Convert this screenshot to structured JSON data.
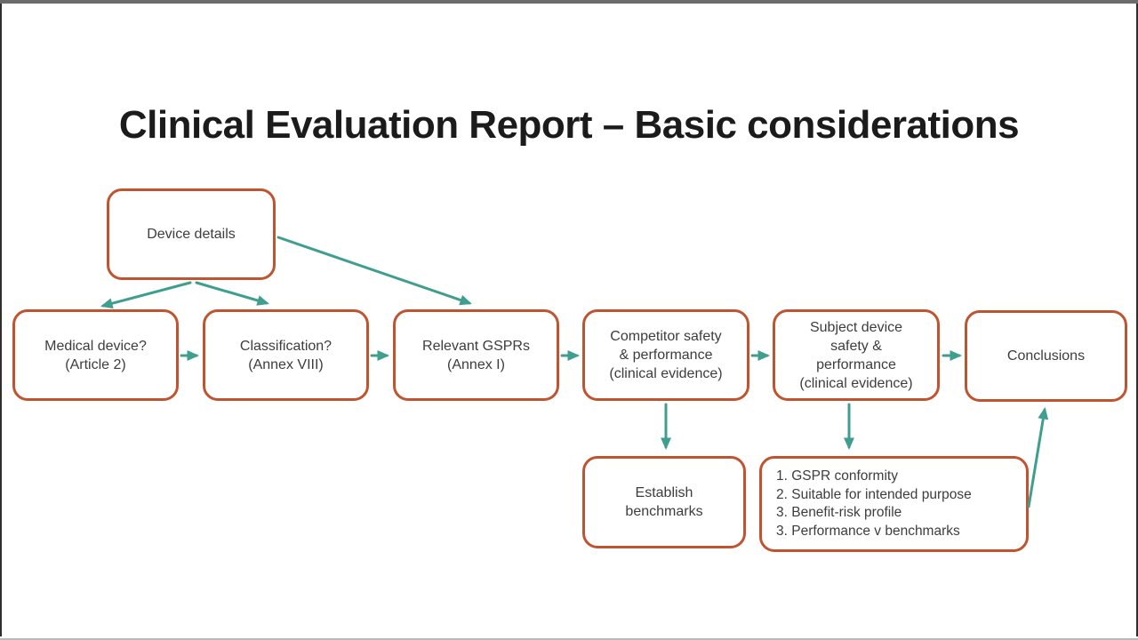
{
  "slide": {
    "title": "Clinical Evaluation Report – Basic considerations"
  },
  "colors": {
    "background": "#ffffff",
    "box_border": "#bf5431",
    "box_text": "#3d3d3d",
    "arrow": "#3f9e8e",
    "title_text": "#1b1b1b",
    "frame_top": "#6b6b6b",
    "frame_side": "#2e2e2e",
    "frame_bottom": "#b9b9b9"
  },
  "diagram": {
    "nodes": {
      "device_details": {
        "lines": [
          "Device details"
        ]
      },
      "medical_device": {
        "lines": [
          "Medical device?",
          "(Article 2)"
        ]
      },
      "classification": {
        "lines": [
          "Classification?",
          "(Annex VIII)"
        ]
      },
      "relevant_gsprs": {
        "lines": [
          "Relevant GSPRs",
          "(Annex I)"
        ]
      },
      "competitor": {
        "lines": [
          "Competitor safety",
          "& performance",
          "(clinical evidence)"
        ]
      },
      "subject_device": {
        "lines": [
          "Subject device",
          "safety &",
          "performance",
          "(clinical evidence)"
        ]
      },
      "conclusions": {
        "lines": [
          "Conclusions"
        ]
      },
      "establish_benchmarks": {
        "lines": [
          "Establish",
          "benchmarks"
        ]
      },
      "assessment_list": {
        "lines": [
          "1. GSPR conformity",
          "2. Suitable for intended purpose",
          "3. Benefit-risk profile",
          "3. Performance v benchmarks"
        ]
      }
    },
    "edges": [
      {
        "from": "device_details",
        "to": "medical_device"
      },
      {
        "from": "device_details",
        "to": "classification"
      },
      {
        "from": "device_details",
        "to": "relevant_gsprs"
      },
      {
        "from": "medical_device",
        "to": "classification"
      },
      {
        "from": "classification",
        "to": "relevant_gsprs"
      },
      {
        "from": "relevant_gsprs",
        "to": "competitor"
      },
      {
        "from": "competitor",
        "to": "subject_device"
      },
      {
        "from": "subject_device",
        "to": "conclusions"
      },
      {
        "from": "competitor",
        "to": "establish_benchmarks"
      },
      {
        "from": "subject_device",
        "to": "assessment_list"
      },
      {
        "from": "assessment_list",
        "to": "conclusions"
      }
    ]
  }
}
